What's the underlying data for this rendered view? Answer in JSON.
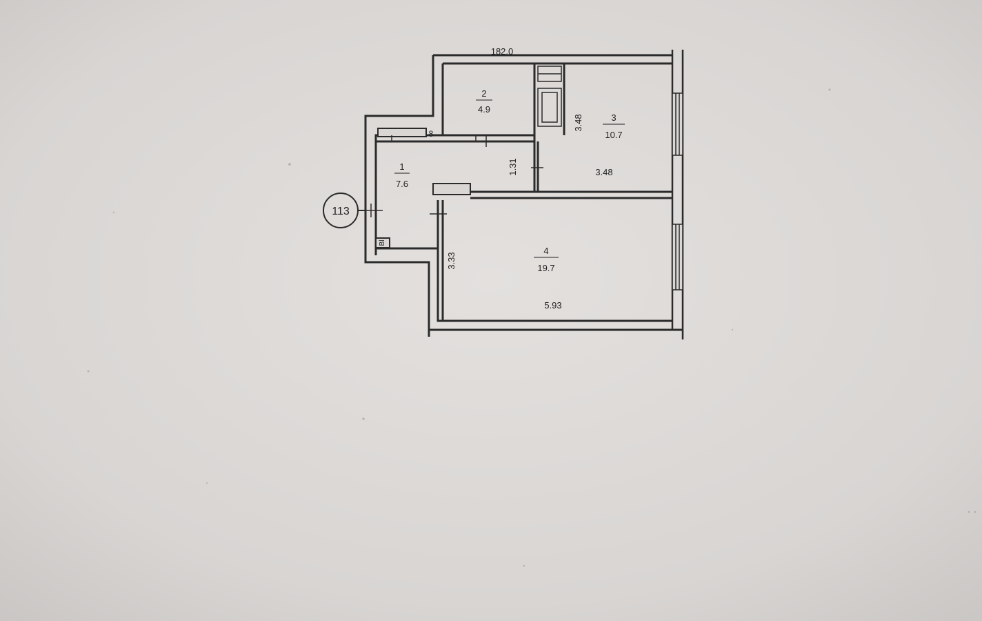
{
  "plan": {
    "apartment_number": "113",
    "top_dimension": "182.0",
    "rooms": [
      {
        "number": "1",
        "area": "7.6"
      },
      {
        "number": "2",
        "area": "4.9"
      },
      {
        "number": "3",
        "area": "10.7"
      },
      {
        "number": "4",
        "area": "19.7"
      }
    ],
    "dimensions": {
      "hall_width": "1.31",
      "kitchen_height": "3.48",
      "kitchen_width": "3.48",
      "living_height": "3.33",
      "living_width": "5.93",
      "small_mark": "8",
      "closet_mark": "Bl"
    }
  },
  "colors": {
    "paper": "#d9d6d4",
    "wall": "#2b2b2b",
    "ink": "#222222"
  }
}
